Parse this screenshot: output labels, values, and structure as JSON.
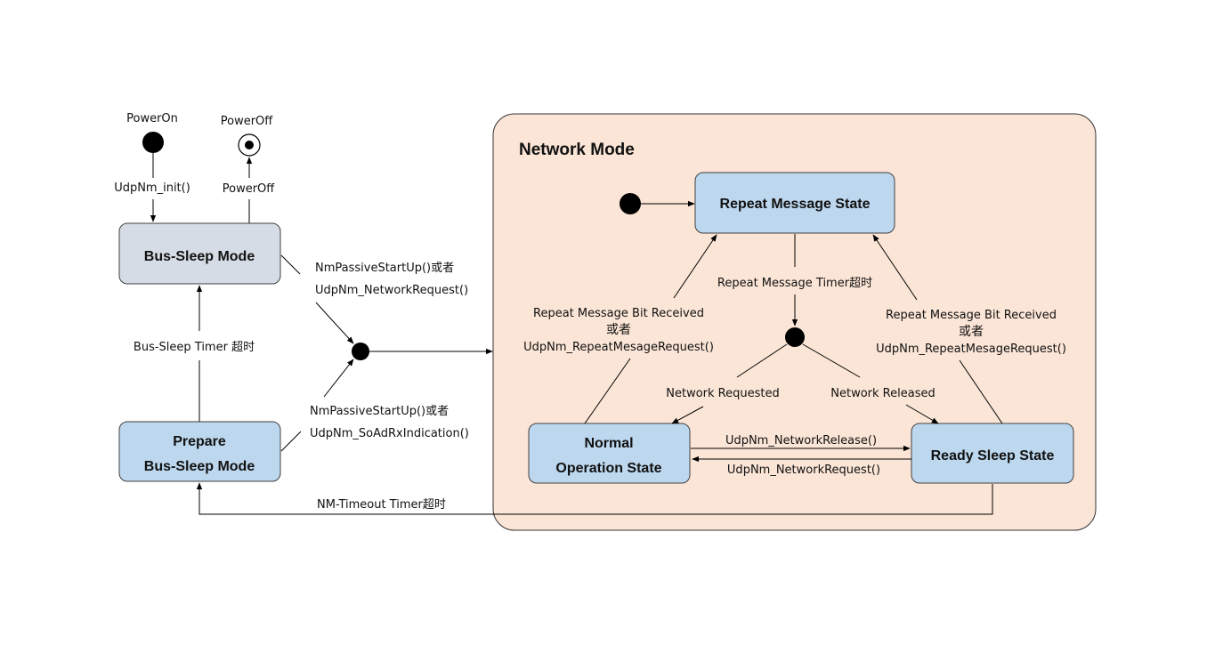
{
  "pseudo_states": {
    "power_on": "PowerOn",
    "power_off": "PowerOff"
  },
  "network_mode": {
    "title": "Network Mode",
    "fill": "#fbe5d6"
  },
  "states": {
    "bus_sleep": "Bus-Sleep Mode",
    "prepare_line1": "Prepare",
    "prepare_line2": "Bus-Sleep Mode",
    "repeat_message": "Repeat Message State",
    "normal_line1": "Normal",
    "normal_line2": "Operation State",
    "ready_sleep": "Ready Sleep State"
  },
  "state_colors": {
    "bus_sleep": "#d6dce5",
    "network_states": "#bdd7ee",
    "border": "#404040"
  },
  "transitions": {
    "init": "UdpNm_init()",
    "power_off": "PowerOff",
    "bus_sleep_timer": "Bus-Sleep Timer 超时",
    "wake_top_1": "NmPassiveStartUp()或者",
    "wake_top_2": "UdpNm_NetworkRequest()",
    "wake_bottom_1": "NmPassiveStartUp()或者",
    "wake_bottom_2": "UdpNm_SoAdRxIndication()",
    "nm_timeout": "NM-Timeout  Timer超时",
    "repeat_timer": "Repeat Message Timer超时",
    "left_repeat_1": "Repeat Message Bit Received",
    "left_repeat_2": "或者",
    "left_repeat_3": "UdpNm_RepeatMesageRequest()",
    "right_repeat_1": "Repeat Message Bit Received",
    "right_repeat_2": "或者",
    "right_repeat_3": "UdpNm_RepeatMesageRequest()",
    "network_requested": "Network  Requested",
    "network_released": "Network  Released",
    "network_release_call": "UdpNm_NetworkRelease()",
    "network_request_call": "UdpNm_NetworkRequest()"
  }
}
